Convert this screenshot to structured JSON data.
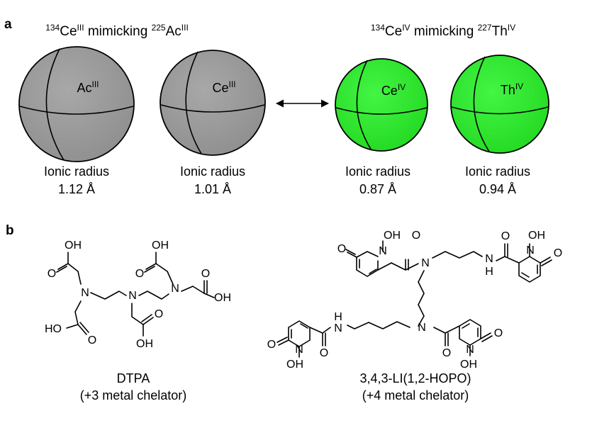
{
  "panel_a": {
    "label": "a",
    "header_left": {
      "iso1": "134",
      "el1": "Ce",
      "ox1": "III",
      "mid": " mimicking ",
      "iso2": "225",
      "el2": "Ac",
      "ox2": "III"
    },
    "header_right": {
      "iso1": "134",
      "el1": "Ce",
      "ox1": "IV",
      "mid": " mimicking ",
      "iso2": "227",
      "el2": "Th",
      "ox2": "IV"
    },
    "spheres": [
      {
        "el": "Ac",
        "ox": "III",
        "radius_label": "Ionic radius",
        "radius_value": "1.12 Å",
        "color": "#999999"
      },
      {
        "el": "Ce",
        "ox": "III",
        "radius_label": "Ionic radius",
        "radius_value": "1.01 Å",
        "color": "#999999"
      },
      {
        "el": "Ce",
        "ox": "IV",
        "radius_label": "Ionic radius",
        "radius_value": "0.87 Å",
        "color": "#33ee33"
      },
      {
        "el": "Th",
        "ox": "IV",
        "radius_label": "Ionic radius",
        "radius_value": "0.94 Å",
        "color": "#33ee33"
      }
    ],
    "arrow_icon": "double-arrow-icon"
  },
  "panel_b": {
    "label": "b",
    "dtpa": {
      "name": "DTPA",
      "desc": "(+3 metal chelator)",
      "atoms": {
        "oh": "OH",
        "ho": "HO",
        "o": "O",
        "n": "N"
      }
    },
    "hopo": {
      "name": "3,4,3-LI(1,2-HOPO)",
      "desc": "(+4 metal chelator)",
      "atoms": {
        "oh": "OH",
        "o": "O",
        "n": "N",
        "h": "H"
      }
    }
  }
}
